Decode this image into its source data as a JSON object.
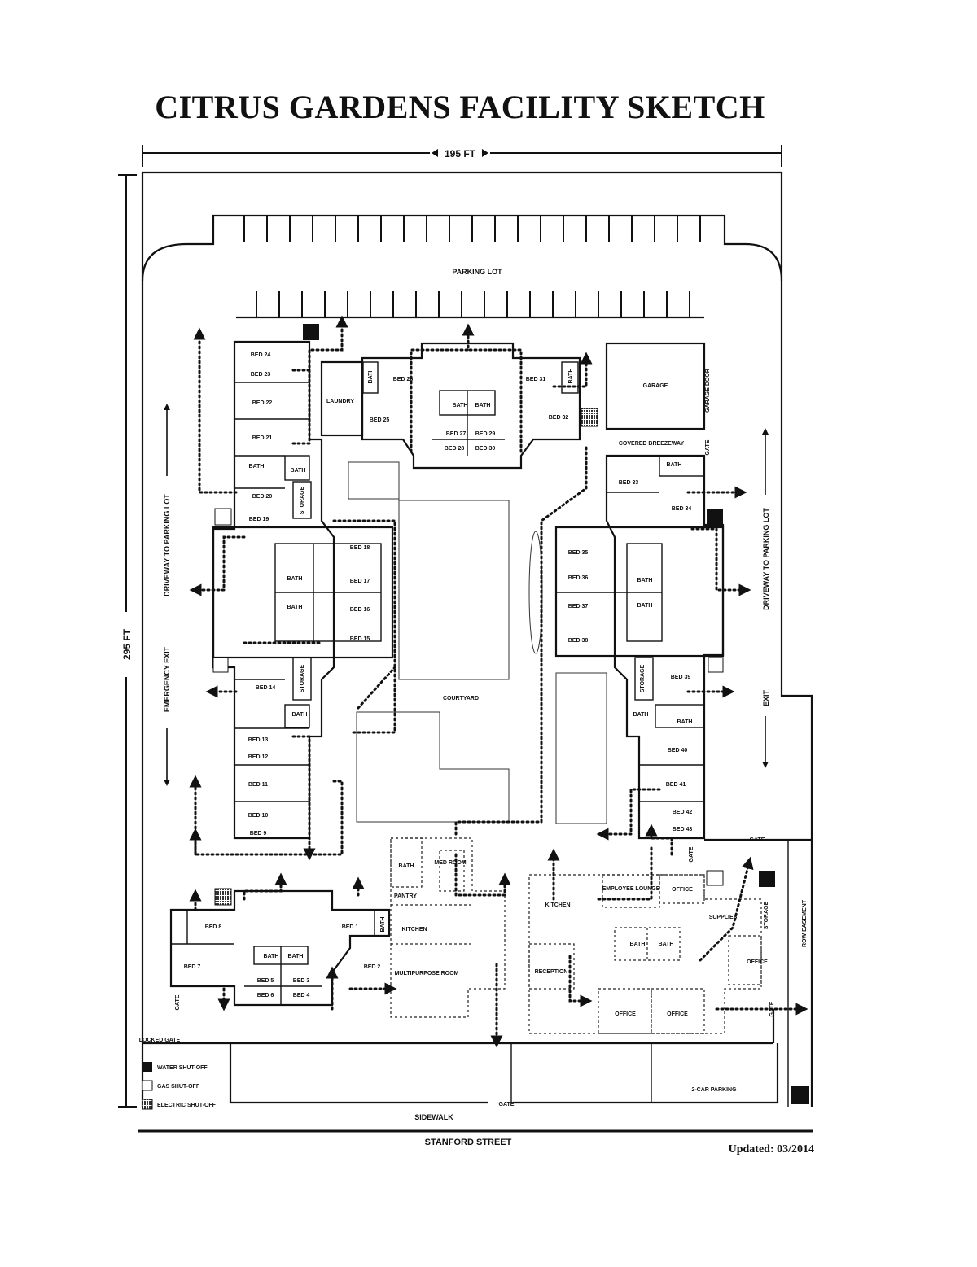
{
  "title": "CITRUS GARDENS FACILITY SKETCH",
  "updated": "Updated: 03/2014",
  "dimensions": {
    "width": "195 FT",
    "height": "295 FT"
  },
  "areas": {
    "parking_lot": "PARKING LOT",
    "courtyard": "COURTYARD",
    "sidewalk": "SIDEWALK",
    "street": "STANFORD STREET",
    "garage": "GARAGE",
    "garage_door": "GARAGE DOOR",
    "breezeway": "COVERED BREEZEWAY",
    "two_car_parking": "2-CAR PARKING",
    "row_easement": "ROW EASEMENT",
    "driveway_left": "DRIVEWAY TO PARKING LOT",
    "driveway_right": "DRIVEWAY TO PARKING LOT",
    "emergency_exit": "EMERGENCY EXIT",
    "exit": "EXIT",
    "locked_gate": "LOCKED GATE",
    "gate": "GATE"
  },
  "rooms": {
    "laundry": "LAUNDRY",
    "bath": "BATH",
    "storage": "STORAGE",
    "kitchen": "KITCHEN",
    "pantry": "PANTRY",
    "med_room": "MED ROOM",
    "multipurpose": "MULTIPURPOSE ROOM",
    "employee_lounge": "EMPLOYEE LOUNGE",
    "office": "OFFICE",
    "supplies": "SUPPLIES",
    "reception": "RECEPTION"
  },
  "beds": {
    "b1": "BED 1",
    "b2": "BED 2",
    "b3": "BED 3",
    "b4": "BED 4",
    "b5": "BED 5",
    "b6": "BED 6",
    "b7": "BED 7",
    "b8": "BED 8",
    "b9": "BED 9",
    "b10": "BED 10",
    "b11": "BED 11",
    "b12": "BED 12",
    "b13": "BED 13",
    "b14": "BED 14",
    "b15": "BED 15",
    "b16": "BED 16",
    "b17": "BED 17",
    "b18": "BED 18",
    "b19": "BED 19",
    "b20": "BED 20",
    "b21": "BED 21",
    "b22": "BED 22",
    "b23": "BED 23",
    "b24": "BED 24",
    "b25": "BED 25",
    "b26": "BED 26",
    "b27": "BED 27",
    "b28": "BED 28",
    "b29": "BED 29",
    "b30": "BED 30",
    "b31": "BED 31",
    "b32": "BED 32",
    "b33": "BED 33",
    "b34": "BED 34",
    "b35": "BED 35",
    "b36": "BED 36",
    "b37": "BED 37",
    "b38": "BED 38",
    "b39": "BED 39",
    "b40": "BED 40",
    "b41": "BED 41",
    "b42": "BED 42",
    "b43": "BED 43"
  },
  "legend": {
    "water": "WATER SHUT-OFF",
    "gas": "GAS SHUT-OFF",
    "electric": "ELECTRIC SHUT-OFF"
  },
  "colors": {
    "water": "#111111",
    "gas": "#ffffff",
    "electric": "#555555"
  }
}
